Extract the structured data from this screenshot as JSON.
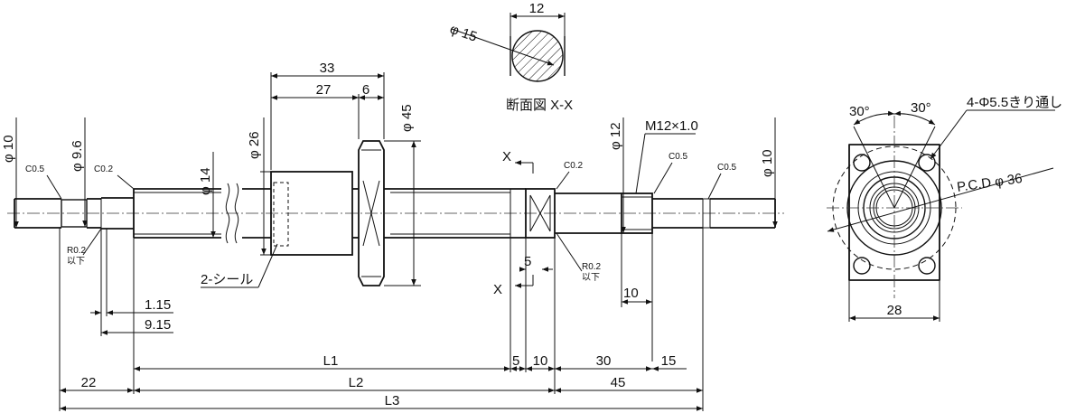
{
  "section_view": {
    "title": "断面図 X-X",
    "flat": "12",
    "diameter": "φ 15"
  },
  "shaft": {
    "left_end_dia": "φ 10",
    "groove_dia": "φ 9.6",
    "thread_dia": "φ 14",
    "seal_dia": "φ 26",
    "flange_dia": "φ 45",
    "neck_dia": "φ 12",
    "right_end_dia": "φ 10",
    "thread_spec": "M12×1.0"
  },
  "chamfers": {
    "c05_left": "C0.5",
    "c02_left": "C0.2",
    "c02_mid": "C0.2",
    "c05_mid": "C0.5",
    "c05_right": "C0.5"
  },
  "radius_notes": {
    "left_r": "R0.2",
    "left_r_sub": "以下",
    "right_r": "R0.2",
    "right_r_sub": "以下"
  },
  "nut": {
    "len_33": "33",
    "len_27": "27",
    "len_6": "6",
    "seal_note": "2-シール"
  },
  "section_marks": {
    "x_top": "X",
    "x_bottom": "X"
  },
  "dims": {
    "d_1_15": "1.15",
    "d_9_15": "9.15",
    "d_5_small": "5",
    "d_10_small": "10",
    "d_22": "22",
    "d_L1": "L1",
    "d_5": "5",
    "d_10": "10",
    "d_30": "30",
    "d_15": "15",
    "d_L2": "L2",
    "d_45": "45",
    "d_L3": "L3"
  },
  "flange_view": {
    "angle_left": "30°",
    "angle_right": "30°",
    "holes": "4-Φ5.5きり通し",
    "pcd": "P.C.D φ 36",
    "width": "28"
  }
}
